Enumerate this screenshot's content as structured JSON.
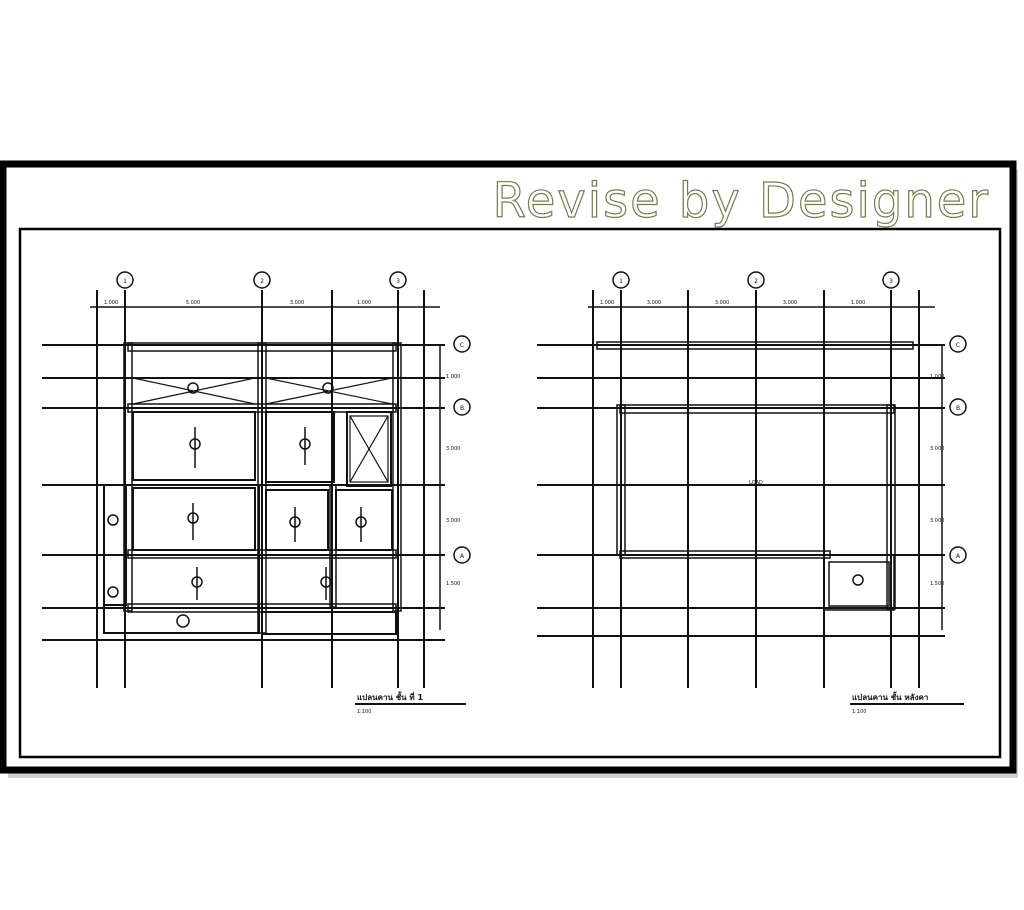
{
  "header": {
    "watermark_text": "Revise by Designer",
    "watermark_color": "#7a7a52"
  },
  "left_plan": {
    "grid_labels_top": [
      "1",
      "2",
      "3"
    ],
    "grid_labels_right": [
      "C",
      "B",
      "A"
    ],
    "dim_labels_top": [
      "1.000",
      "5.000",
      "3.000",
      "1.000"
    ],
    "dim_labels_right": [
      "1.000",
      "3.000",
      "3.000",
      "1.500"
    ],
    "title": "แปลนคาน ชั้น ที่ 1",
    "scale": "1:100"
  },
  "right_plan": {
    "grid_labels_top": [
      "1",
      "2",
      "3"
    ],
    "grid_labels_right": [
      "C",
      "B",
      "A"
    ],
    "dim_labels_top": [
      "1.000",
      "3.000",
      "3.000",
      "3.000",
      "1.000"
    ],
    "dim_labels_right": [
      "1.000",
      "3.000",
      "3.000",
      "1.500"
    ],
    "center_label": "LOAD",
    "title": "แปลนคาน ชั้น หลังคา",
    "scale": "1:100"
  },
  "colors": {
    "line": "#111111",
    "frame": "#000000"
  }
}
